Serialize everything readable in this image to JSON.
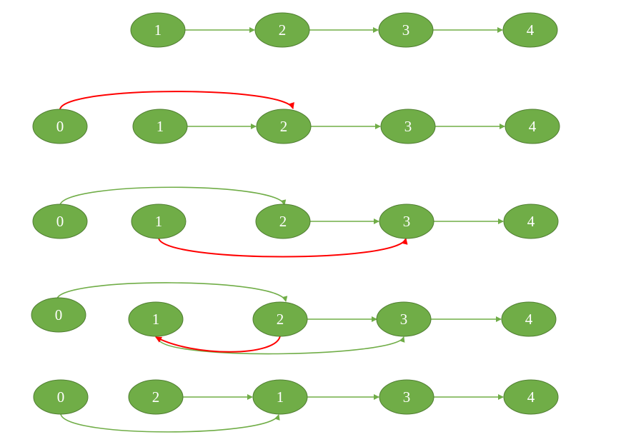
{
  "colors": {
    "node_fill": "#70ad47",
    "node_stroke": "#507e32",
    "edge_default": "#70ad47",
    "edge_highlight": "#ff0000"
  },
  "rows": [
    {
      "nodes": [
        "1",
        "2",
        "3",
        "4"
      ],
      "edges": [
        {
          "from": "1",
          "to": "2",
          "color": "green"
        },
        {
          "from": "2",
          "to": "3",
          "color": "green"
        },
        {
          "from": "3",
          "to": "4",
          "color": "green"
        }
      ]
    },
    {
      "nodes": [
        "0",
        "1",
        "2",
        "3",
        "4"
      ],
      "edges": [
        {
          "from": "0",
          "to": "2",
          "color": "red"
        },
        {
          "from": "1",
          "to": "2",
          "color": "green"
        },
        {
          "from": "2",
          "to": "3",
          "color": "green"
        },
        {
          "from": "3",
          "to": "4",
          "color": "green"
        }
      ]
    },
    {
      "nodes": [
        "0",
        "1",
        "2",
        "3",
        "4"
      ],
      "edges": [
        {
          "from": "0",
          "to": "2",
          "color": "green"
        },
        {
          "from": "1",
          "to": "3",
          "color": "red"
        },
        {
          "from": "2",
          "to": "3",
          "color": "green"
        },
        {
          "from": "3",
          "to": "4",
          "color": "green"
        }
      ]
    },
    {
      "nodes": [
        "0",
        "1",
        "2",
        "3",
        "4"
      ],
      "edges": [
        {
          "from": "0",
          "to": "2",
          "color": "green"
        },
        {
          "from": "2",
          "to": "1",
          "color": "red"
        },
        {
          "from": "1",
          "to": "3",
          "color": "green"
        },
        {
          "from": "2",
          "to": "3",
          "color": "green"
        },
        {
          "from": "3",
          "to": "4",
          "color": "green"
        }
      ]
    },
    {
      "nodes": [
        "0",
        "2",
        "1",
        "3",
        "4"
      ],
      "edges": [
        {
          "from": "0",
          "to": "1",
          "color": "green"
        },
        {
          "from": "2",
          "to": "1",
          "color": "green"
        },
        {
          "from": "1",
          "to": "3",
          "color": "green"
        },
        {
          "from": "3",
          "to": "4",
          "color": "green"
        }
      ]
    }
  ]
}
